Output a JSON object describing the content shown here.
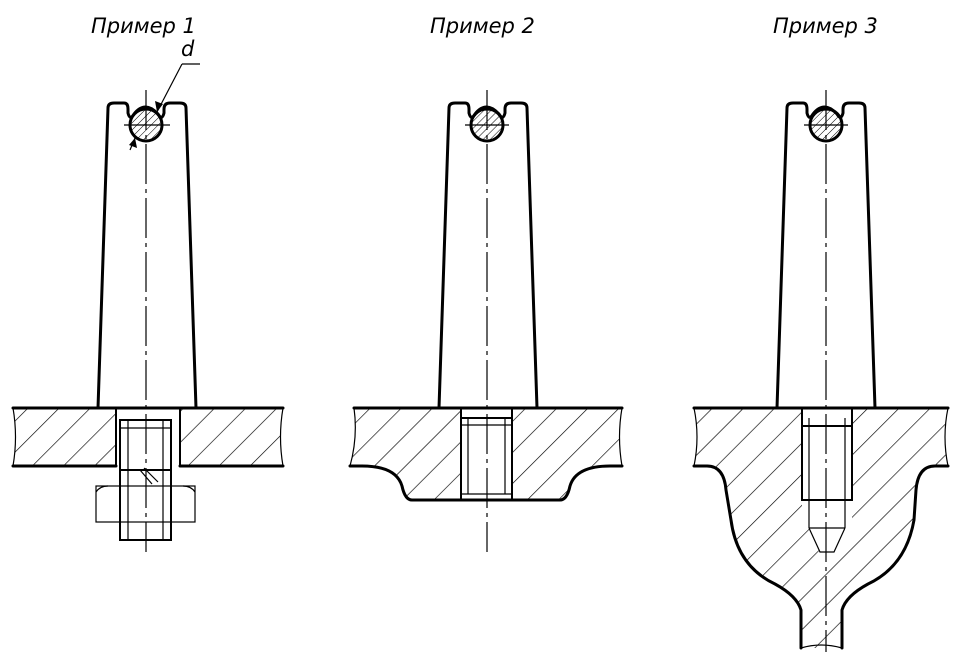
{
  "examples": [
    {
      "title": "Пример 1"
    },
    {
      "title": "Пример 2"
    },
    {
      "title": "Пример 3"
    }
  ],
  "dimension_label": "d"
}
